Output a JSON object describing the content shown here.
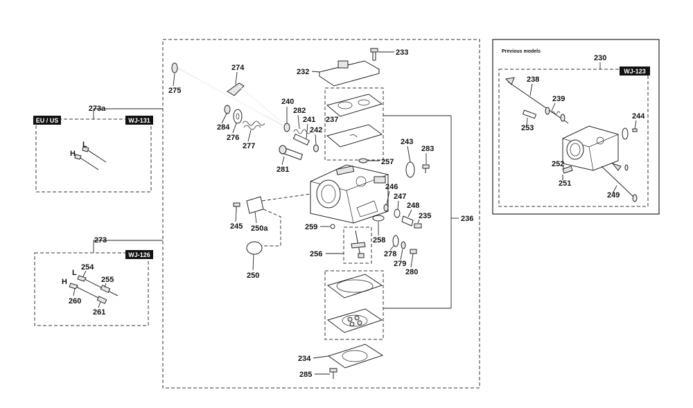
{
  "badges": {
    "eu_us": "EU / US",
    "wj131": "WJ-131",
    "wj126": "WJ-126",
    "wj123": "WJ-123"
  },
  "inset_title": "Previous models",
  "letters": {
    "l": "L",
    "h": "H"
  },
  "labels": {
    "p233": "233",
    "p232": "232",
    "p274": "274",
    "p275": "275",
    "p273a": "273a",
    "p240": "240",
    "p282": "282",
    "p241": "241",
    "p242": "242",
    "p237": "237",
    "p284": "284",
    "p276": "276",
    "p277": "277",
    "p281": "281",
    "p257": "257",
    "p243": "243",
    "p283": "283",
    "p246": "246",
    "p247": "247",
    "p248": "248",
    "p235": "235",
    "p245": "245",
    "p250a": "250a",
    "p259": "259",
    "p236": "236",
    "p258": "258",
    "p273": "273",
    "p256": "256",
    "p278": "278",
    "p279": "279",
    "p280": "280",
    "p250": "250",
    "p254": "254",
    "p255": "255",
    "p260": "260",
    "p261": "261",
    "p234": "234",
    "p285": "285",
    "p230": "230",
    "p238": "238",
    "p239": "239",
    "p253": "253",
    "p244": "244",
    "p252": "252",
    "p251": "251",
    "p249": "249"
  }
}
